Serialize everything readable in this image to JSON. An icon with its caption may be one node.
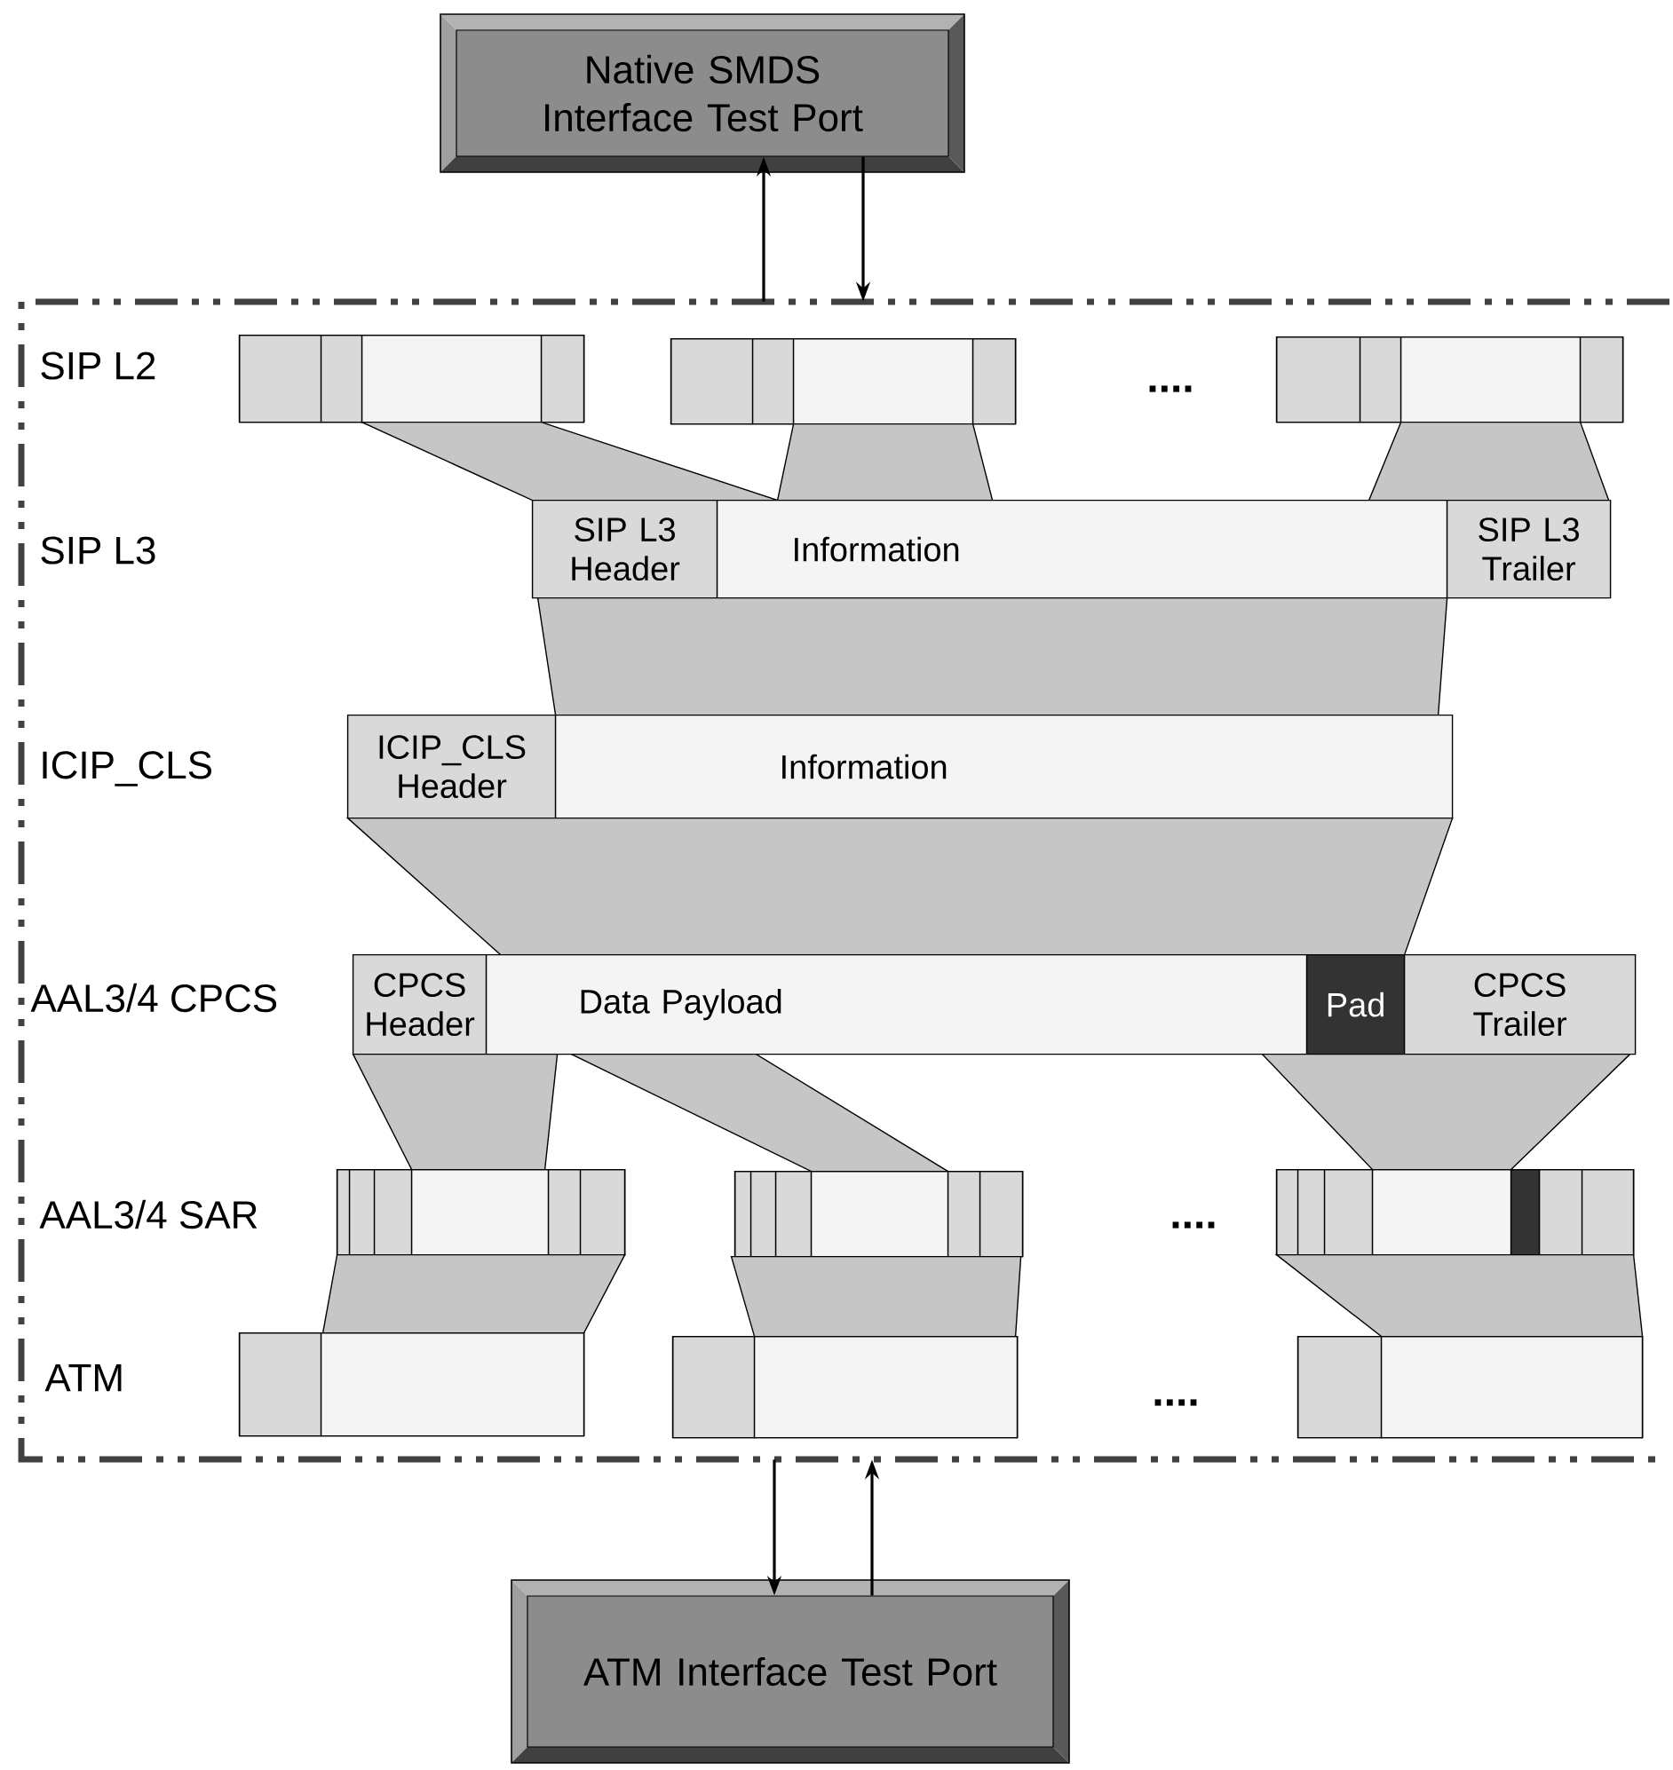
{
  "diagram": {
    "nodes": [
      {
        "text": [
          "Native SMDS Interface Test Port"
        ]
      },
      {
        "text": [],
        "shape": "box"
      },
      {
        "text": [],
        "shape": "bar",
        "in": 1
      },
      {
        "text": [],
        "shape": "bar",
        "in": 1
      },
      {
        "text": [],
        "shape": "bar",
        "in": 1
      },
      {
        "text": [],
        "shape": "band",
        "in": 1
      },
      {
        "text": [],
        "shape": "band",
        "in": 1
      },
      {
        "text": [],
        "shape": "band",
        "in": 1
      },
      {
        "text": [
          "SIP L3 Header"
        ],
        "in": 1
      },
      {
        "text": [
          "Information"
        ],
        "in": 1
      },
      {
        "text": [
          "SIP L3 Trailer"
        ],
        "in": 1
      },
      {
        "text": [],
        "shape": "band",
        "in": 1
      },
      {
        "text": [
          "ICIP_CLS Header"
        ],
        "in": 1
      },
      {
        "text": [
          "Information"
        ],
        "in": 1
      },
      {
        "text": [],
        "shape": "band",
        "in": 1
      },
      {
        "text": [
          "CPCS Header"
        ],
        "in": 1
      },
      {
        "text": [
          "Data Payload"
        ],
        "in": 1
      },
      {
        "text": [
          "Pad"
        ],
        "in": 1
      },
      {
        "text": [
          "CPCS Trailer"
        ],
        "in": 1
      },
      {
        "text": [],
        "shape": "band",
        "in": 1
      },
      {
        "text": [],
        "shape": "band",
        "in": 1
      },
      {
        "text": [],
        "shape": "band",
        "in": 1
      },
      {
        "text": [],
        "shape": "bar",
        "in": 1
      },
      {
        "text": [],
        "shape": "bar",
        "in": 1
      },
      {
        "text": [],
        "shape": "bar",
        "in": 1
      },
      {
        "text": [],
        "shape": "band",
        "in": 1
      },
      {
        "text": [],
        "shape": "band",
        "in": 1
      },
      {
        "text": [],
        "shape": "band",
        "in": 1
      },
      {
        "text": [],
        "shape": "bar",
        "in": 1
      },
      {
        "text": [],
        "shape": "bar",
        "in": 1
      },
      {
        "text": [],
        "shape": "bar",
        "in": 1
      },
      {
        "text": [
          "ATM Interface Test Port"
        ]
      }
    ],
    "edges": [
      {
        "from": 1,
        "to": 0,
        "arrow": "to"
      },
      {
        "from": 0,
        "to": 1,
        "arrow": "to"
      },
      {
        "from": 1,
        "to": 31,
        "arrow": "to"
      },
      {
        "from": 31,
        "to": 1,
        "arrow": "to"
      }
    ],
    "labels": [
      "SIP L2",
      "SIP L3",
      "ICIP_CLS",
      "AAL3/4 CPCS",
      "AAL3/4 SAR",
      "ATM",
      "....",
      "....",
      "...."
    ]
  }
}
